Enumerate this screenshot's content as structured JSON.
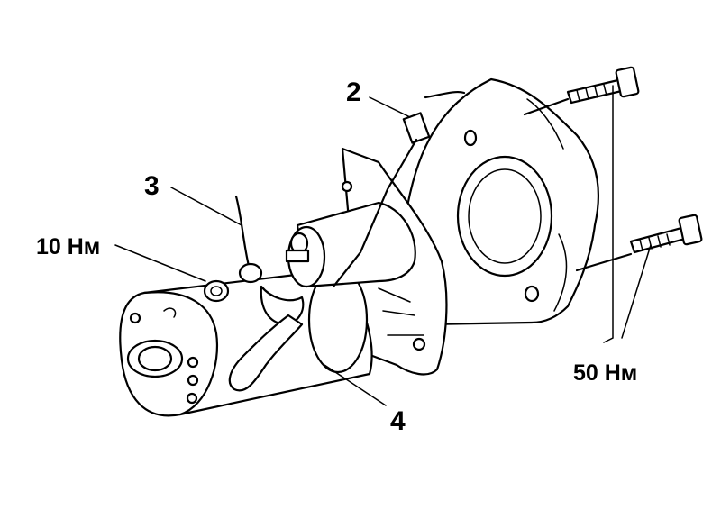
{
  "callouts": {
    "c1": "2",
    "c2": "3",
    "c3": "4"
  },
  "torques": {
    "t1": "10 Нм",
    "t2": "50 Нм"
  }
}
